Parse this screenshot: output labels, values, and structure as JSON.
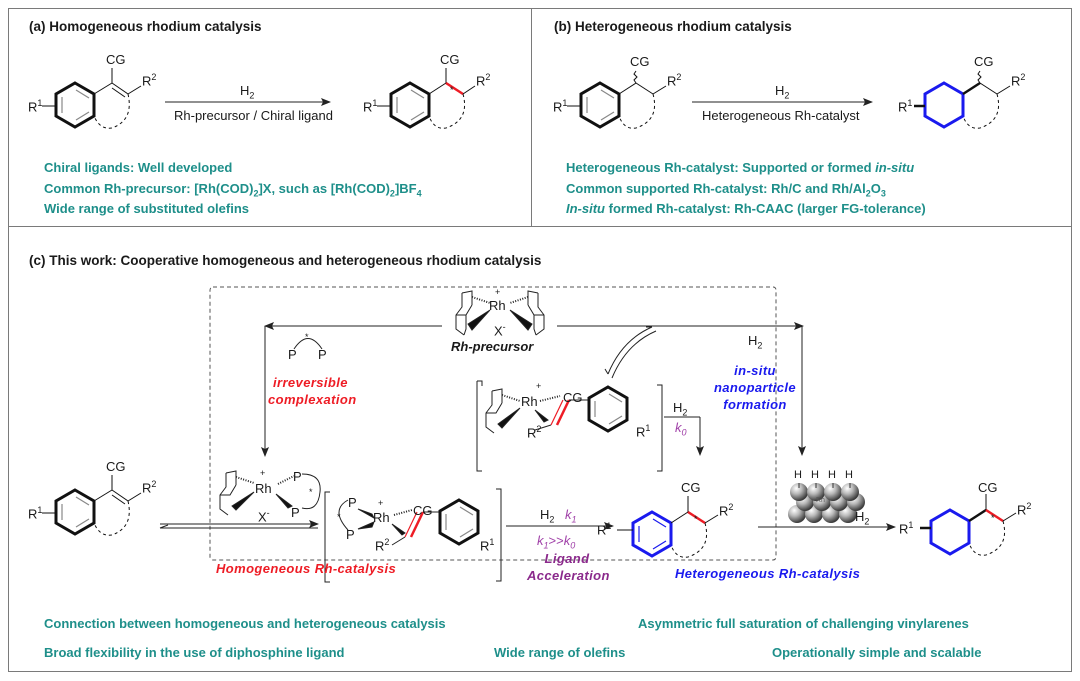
{
  "panel_a": {
    "title": "(a) Homogeneous rhodium catalysis",
    "arrow_top": "H",
    "arrow_top_sub": "2",
    "arrow_bottom": "Rh-precursor / Chiral ligand",
    "substrate_cg": "CG",
    "substrate_r1": "R",
    "substrate_r1_sup": "1",
    "substrate_r2": "R",
    "substrate_r2_sup": "2",
    "product_cg": "CG",
    "notes": [
      {
        "text": "Chiral ligands: Well developed"
      },
      {
        "pre": "Common Rh-precursor: [Rh(COD)",
        "sub1": "2",
        "mid": "]X, such as [Rh(COD)",
        "sub2": "2",
        "mid2": "]BF",
        "sub3": "4"
      },
      {
        "text": "Wide range of substituted olefins"
      }
    ]
  },
  "panel_b": {
    "title": "(b) Heterogeneous rhodium catalysis",
    "arrow_top": "H",
    "arrow_top_sub": "2",
    "arrow_bottom": "Heterogeneous Rh-catalyst",
    "notes": [
      {
        "pre": "Heterogeneous Rh-catalyst: Supported or formed ",
        "italic": "in-situ"
      },
      {
        "pre": "Common supported Rh-catalyst: Rh/C and Rh/Al",
        "sub1": "2",
        "mid": "O",
        "sub2": "3"
      },
      {
        "italic": "In-situ",
        "post": " formed Rh-catalyst: Rh-CAAC (larger FG-tolerance)"
      }
    ]
  },
  "panel_c": {
    "title": "(c) This work: Cooperative homogeneous and heterogeneous rhodium catalysis",
    "rh_precursor_label": "Rh-precursor",
    "rh": "Rh",
    "plus": "+",
    "x_minus": "X",
    "minus": "-",
    "ligand_p": "P",
    "ligand_star": "*",
    "irreversible": "irreversible",
    "complexation": "complexation",
    "h2_right": "H",
    "h2_sub": "2",
    "insitu_lines": [
      "in-situ",
      "nanoparticle",
      "formation"
    ],
    "k0": "k",
    "k0_sub": "0",
    "k1": "k",
    "k1_sub": "1",
    "k_relation_mid": ">>",
    "ligand_accel": [
      "Ligand",
      "Acceleration"
    ],
    "homogeneous_label": "Homogeneous Rh-catalysis",
    "heterogeneous_label": "Heterogeneous Rh-catalysis",
    "cg": "CG",
    "nanoparticle_h": [
      "H",
      "H",
      "H",
      "H"
    ],
    "nanoparticle_center": "Rh",
    "notes": {
      "left_1": "Connection between homogeneous and heterogeneous catalysis",
      "left_2": "Broad flexibility in the use of diphosphine ligand",
      "mid_2": "Wide range of olefins",
      "right_1": "Asymmetric full saturation of challenging vinylarenes",
      "right_2": "Operationally simple and scalable"
    }
  },
  "colors": {
    "teal": "#1e8f8a",
    "red": "#ee1c25",
    "blue": "#1a1aee",
    "purple": "#8b2a8c",
    "border": "#7a7a7a"
  }
}
